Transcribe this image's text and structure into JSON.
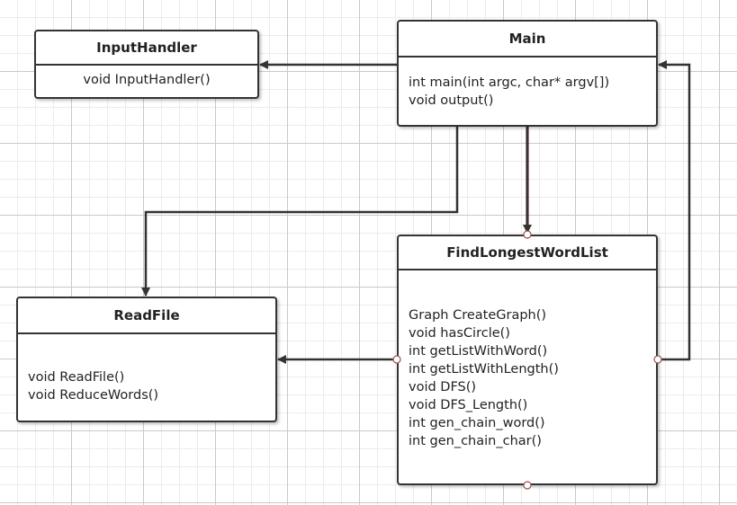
{
  "classes": {
    "input_handler": {
      "name": "InputHandler",
      "methods": [
        "void InputHandler()"
      ]
    },
    "main": {
      "name": "Main",
      "methods": [
        "int main(int argc, char* argv[])",
        "void output()"
      ]
    },
    "find_longest_word_list": {
      "name": "FindLongestWordList",
      "methods": [
        "Graph CreateGraph()",
        "void hasCircle()",
        "int getListWithWord()",
        "int getListWithLength()",
        "void DFS()",
        "void DFS_Length()",
        "int gen_chain_word()",
        "int gen_chain_char()"
      ]
    },
    "read_file": {
      "name": "ReadFile",
      "methods": [
        "void ReadFile()",
        "void ReduceWords()"
      ]
    }
  },
  "relations": [
    {
      "from": "Main",
      "to": "InputHandler"
    },
    {
      "from": "Main",
      "to": "ReadFile"
    },
    {
      "from": "Main",
      "to": "FindLongestWordList"
    },
    {
      "from": "FindLongestWordList",
      "to": "ReadFile"
    },
    {
      "from": "FindLongestWordList",
      "to": "Main"
    }
  ],
  "colors": {
    "line": "#333333",
    "grid_major": "#c9c9c9",
    "grid_minor": "#ececec",
    "highlight_edge": "#6b1f1f",
    "port_fill": "#ffffff",
    "port_stroke": "#a05050"
  }
}
